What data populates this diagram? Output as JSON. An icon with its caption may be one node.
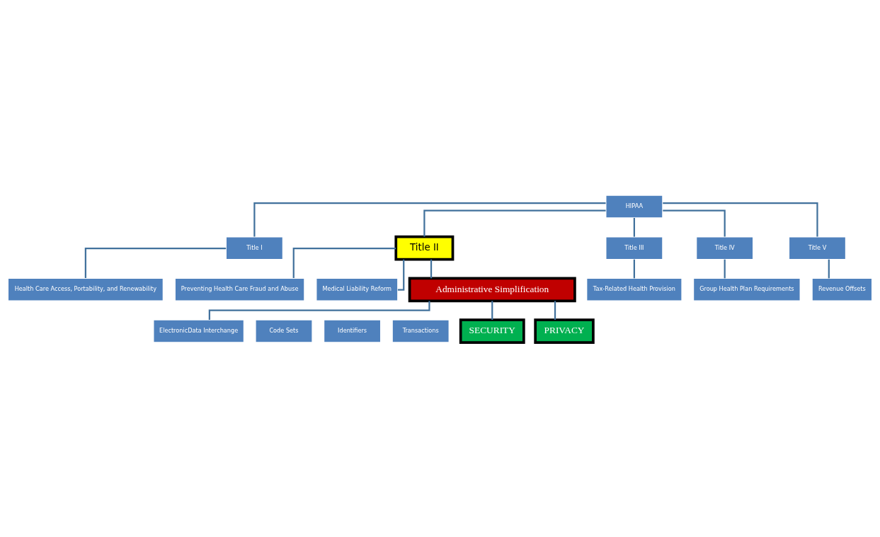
{
  "diagram": {
    "nodes": [
      {
        "text": [
          "HIPAA"
        ]
      },
      {
        "text": [
          "Title I"
        ]
      },
      {
        "text": [
          "Title II"
        ]
      },
      {
        "text": [
          "Title III"
        ]
      },
      {
        "text": [
          "Title IV"
        ]
      },
      {
        "text": [
          "Title V"
        ]
      },
      {
        "text": [
          "Health Care Access, Portability, and Renewability"
        ]
      },
      {
        "text": [
          "Preventing Health Care Fraud and Abuse"
        ]
      },
      {
        "text": [
          "Medical Liability Reform"
        ]
      },
      {
        "text": [
          "Tax-Related Health Provision"
        ]
      },
      {
        "text": [
          "Group Health Plan Requirements"
        ]
      },
      {
        "text": [
          "Revenue Offsets"
        ]
      },
      {
        "text": [
          "Administrative Simplification"
        ]
      },
      {
        "text": [
          "ElectronicData Interchange"
        ]
      },
      {
        "text": [
          "Code Sets"
        ]
      },
      {
        "text": [
          "Identifiers"
        ]
      },
      {
        "text": [
          "Transactions"
        ]
      },
      {
        "text": [
          "SECURITY"
        ]
      },
      {
        "text": [
          "PRIVACY"
        ]
      }
    ],
    "edges": [
      {
        "from": 0,
        "to": 1,
        "arrow": "none"
      },
      {
        "from": 0,
        "to": 2,
        "arrow": "none"
      },
      {
        "from": 0,
        "to": 3,
        "arrow": "none"
      },
      {
        "from": 0,
        "to": 4,
        "arrow": "none"
      },
      {
        "from": 0,
        "to": 5,
        "arrow": "none"
      },
      {
        "from": 1,
        "to": 6,
        "arrow": "none"
      },
      {
        "from": 2,
        "to": 7,
        "arrow": "none"
      },
      {
        "from": 2,
        "to": 8,
        "arrow": "none"
      },
      {
        "from": 2,
        "to": 12,
        "arrow": "none"
      },
      {
        "from": 3,
        "to": 9,
        "arrow": "none"
      },
      {
        "from": 4,
        "to": 10,
        "arrow": "none"
      },
      {
        "from": 5,
        "to": 11,
        "arrow": "none"
      },
      {
        "from": 12,
        "to": 13,
        "arrow": "none"
      },
      {
        "from": 12,
        "to": 17,
        "arrow": "none"
      },
      {
        "from": 12,
        "to": 18,
        "arrow": "none"
      }
    ]
  }
}
